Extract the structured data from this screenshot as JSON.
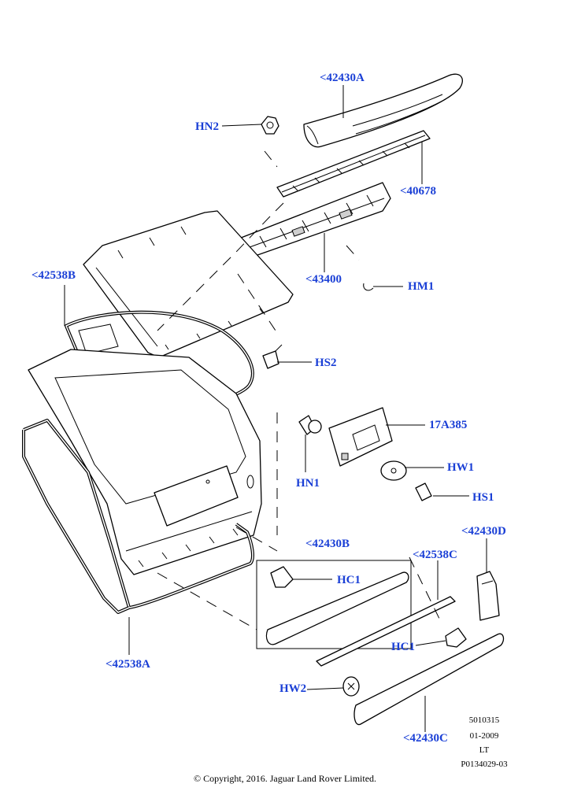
{
  "callouts": {
    "c42430A": "<42430A",
    "cHN2": "HN2",
    "c40678": "<40678",
    "c42538B": "<42538B",
    "c43400": "<43400",
    "cHM1": "HM1",
    "cHS2": "HS2",
    "c17A385": "17A385",
    "cHW1": "HW1",
    "cHN1": "HN1",
    "cHS1": "HS1",
    "c42430B": "<42430B",
    "c42430D": "<42430D",
    "c42538C": "<42538C",
    "cHC1a": "HC1",
    "cHC1b": "HC1",
    "c42538A": "<42538A",
    "cHW2": "HW2",
    "c42430C": "<42430C"
  },
  "meta": {
    "number": "5010315",
    "date": "01-2009",
    "code": "LT",
    "ref": "P0134029-03"
  },
  "copyright": "© Copyright, 2016. Jaguar Land Rover Limited.",
  "colors": {
    "callout": "#1a3fd6",
    "line": "#000000"
  }
}
